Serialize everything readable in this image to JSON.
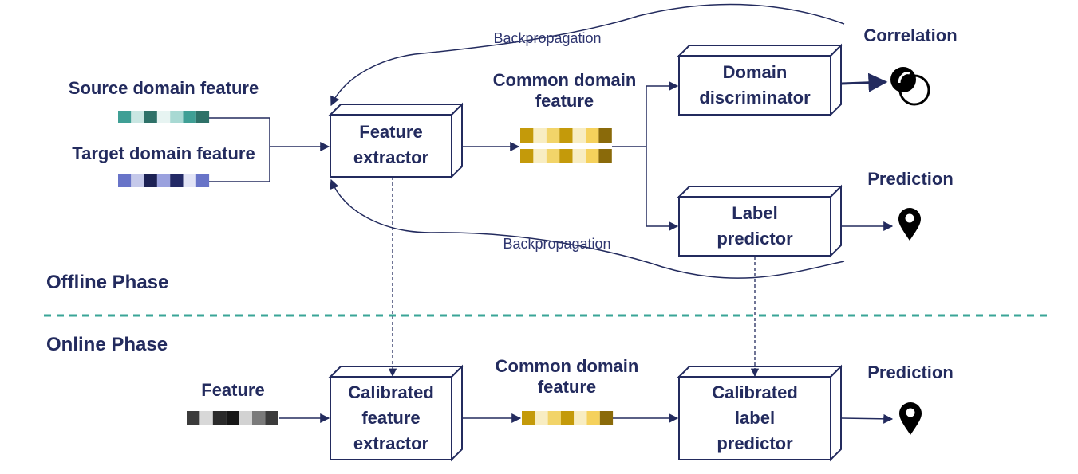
{
  "phases": {
    "offline": "Offline Phase",
    "online": "Online Phase"
  },
  "offline": {
    "source_label": "Source domain feature",
    "target_label": "Target domain feature",
    "feature_extractor": [
      "Feature",
      "extractor"
    ],
    "common_feature": [
      "Common domain",
      "feature"
    ],
    "domain_discriminator": [
      "Domain",
      "discriminator"
    ],
    "label_predictor": [
      "Label",
      "predictor"
    ],
    "correlation": "Correlation",
    "prediction": "Prediction",
    "backprop_top": "Backpropagation",
    "backprop_bottom": "Backpropagation"
  },
  "online": {
    "feature_label": "Feature",
    "calibrated_extractor": [
      "Calibrated",
      "feature",
      "extractor"
    ],
    "common_feature": [
      "Common domain",
      "feature"
    ],
    "calibrated_predictor": [
      "Calibrated",
      "label",
      "predictor"
    ],
    "prediction": "Prediction"
  },
  "colors": {
    "ink": "#232b5e",
    "divider": "#3aa597",
    "source_strip": [
      "#3f9f95",
      "#c9e6e2",
      "#2e7168",
      "#e7f4f2",
      "#a8d9d3",
      "#3f9f95",
      "#2e7168"
    ],
    "target_strip": [
      "#6874c8",
      "#c5c9ea",
      "#1c2154",
      "#9aa1de",
      "#232a66",
      "#e2e4f6",
      "#6874c8"
    ],
    "common_strip": [
      "#c49a0a",
      "#f8edc2",
      "#f2d469",
      "#c49a0a",
      "#f8edc2",
      "#f5d15c",
      "#8a6a0a"
    ],
    "feature_strip": [
      "#3b3b3b",
      "#d8d8d8",
      "#2a2a2a",
      "#161616",
      "#d2d2d2",
      "#7a7a7a",
      "#3b3b3b"
    ]
  },
  "icons": {
    "correlation": "correlation-icon",
    "prediction": "location-pin-icon"
  }
}
